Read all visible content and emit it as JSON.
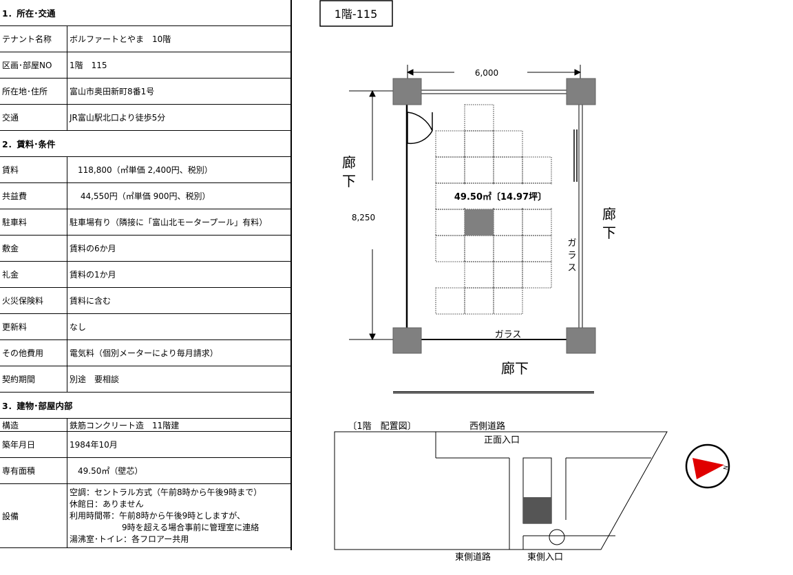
{
  "spec": {
    "section1": "1．所在･交通",
    "rows1": [
      {
        "label": "テナント名称",
        "value": "ボルファートとやま　10階"
      },
      {
        "label": "区画･部屋NO",
        "value": "1階　115"
      },
      {
        "label": "所在地･住所",
        "value": "富山市奥田新町8番1号"
      },
      {
        "label": "交通",
        "value": "JR富山駅北口より徒歩5分"
      }
    ],
    "section2": "2．賃料･条件",
    "rows2": [
      {
        "label": "賃料",
        "value": "　118,800（㎡単価 2,400円、税別）"
      },
      {
        "label": "共益費",
        "value": "　 44,550円（㎡単価 900円、税別）"
      },
      {
        "label": "駐車料",
        "value": "駐車場有り（隣接に「富山北モータープール」有料）"
      },
      {
        "label": "敷金",
        "value": "賃料の6か月"
      },
      {
        "label": "礼金",
        "value": "賃料の1か月"
      },
      {
        "label": "火災保険料",
        "value": "賃料に含む"
      },
      {
        "label": "更新料",
        "value": "なし"
      },
      {
        "label": "その他費用",
        "value": "電気料（個別メーターにより毎月請求）"
      },
      {
        "label": "契約期間",
        "value": "別途　要相談"
      }
    ],
    "section3": "3．建物･部屋内部",
    "rows3": [
      {
        "label": "構造",
        "value": "鉄筋コンクリート造　11階建"
      },
      {
        "label": "築年月日",
        "value": "1984年10月"
      },
      {
        "label": "専有面積",
        "value": "　49.50㎡（壁芯）"
      }
    ],
    "equipment": {
      "label": "設備",
      "lines": [
        "空調：セントラル方式（午前8時から午後9時まで）",
        "休館日：ありません",
        "利用時間帯：午前8時から午後9時としますが、",
        "9時を超える場合事前に管理室に連絡",
        "湯沸室･トイレ：各フロアー共用"
      ]
    }
  },
  "plan": {
    "unit_label": "1階-115",
    "dim_width": "6,000",
    "dim_height": "8,250",
    "area": "49.50㎡〔14.97坪〕",
    "corridor_left": [
      "廊",
      "下"
    ],
    "corridor_right": [
      "廊",
      "下"
    ],
    "corridor_bottom": "廊下",
    "glass_right": [
      "ガ",
      "ラ",
      "ス"
    ],
    "glass_bottom": "ガラス"
  },
  "site": {
    "title": "〔1階　配置図〕",
    "west_road": "西側道路",
    "front_entrance": "正面入口",
    "east_road": "東側道路",
    "east_entrance": "東側入口",
    "compass_letter": "N"
  }
}
